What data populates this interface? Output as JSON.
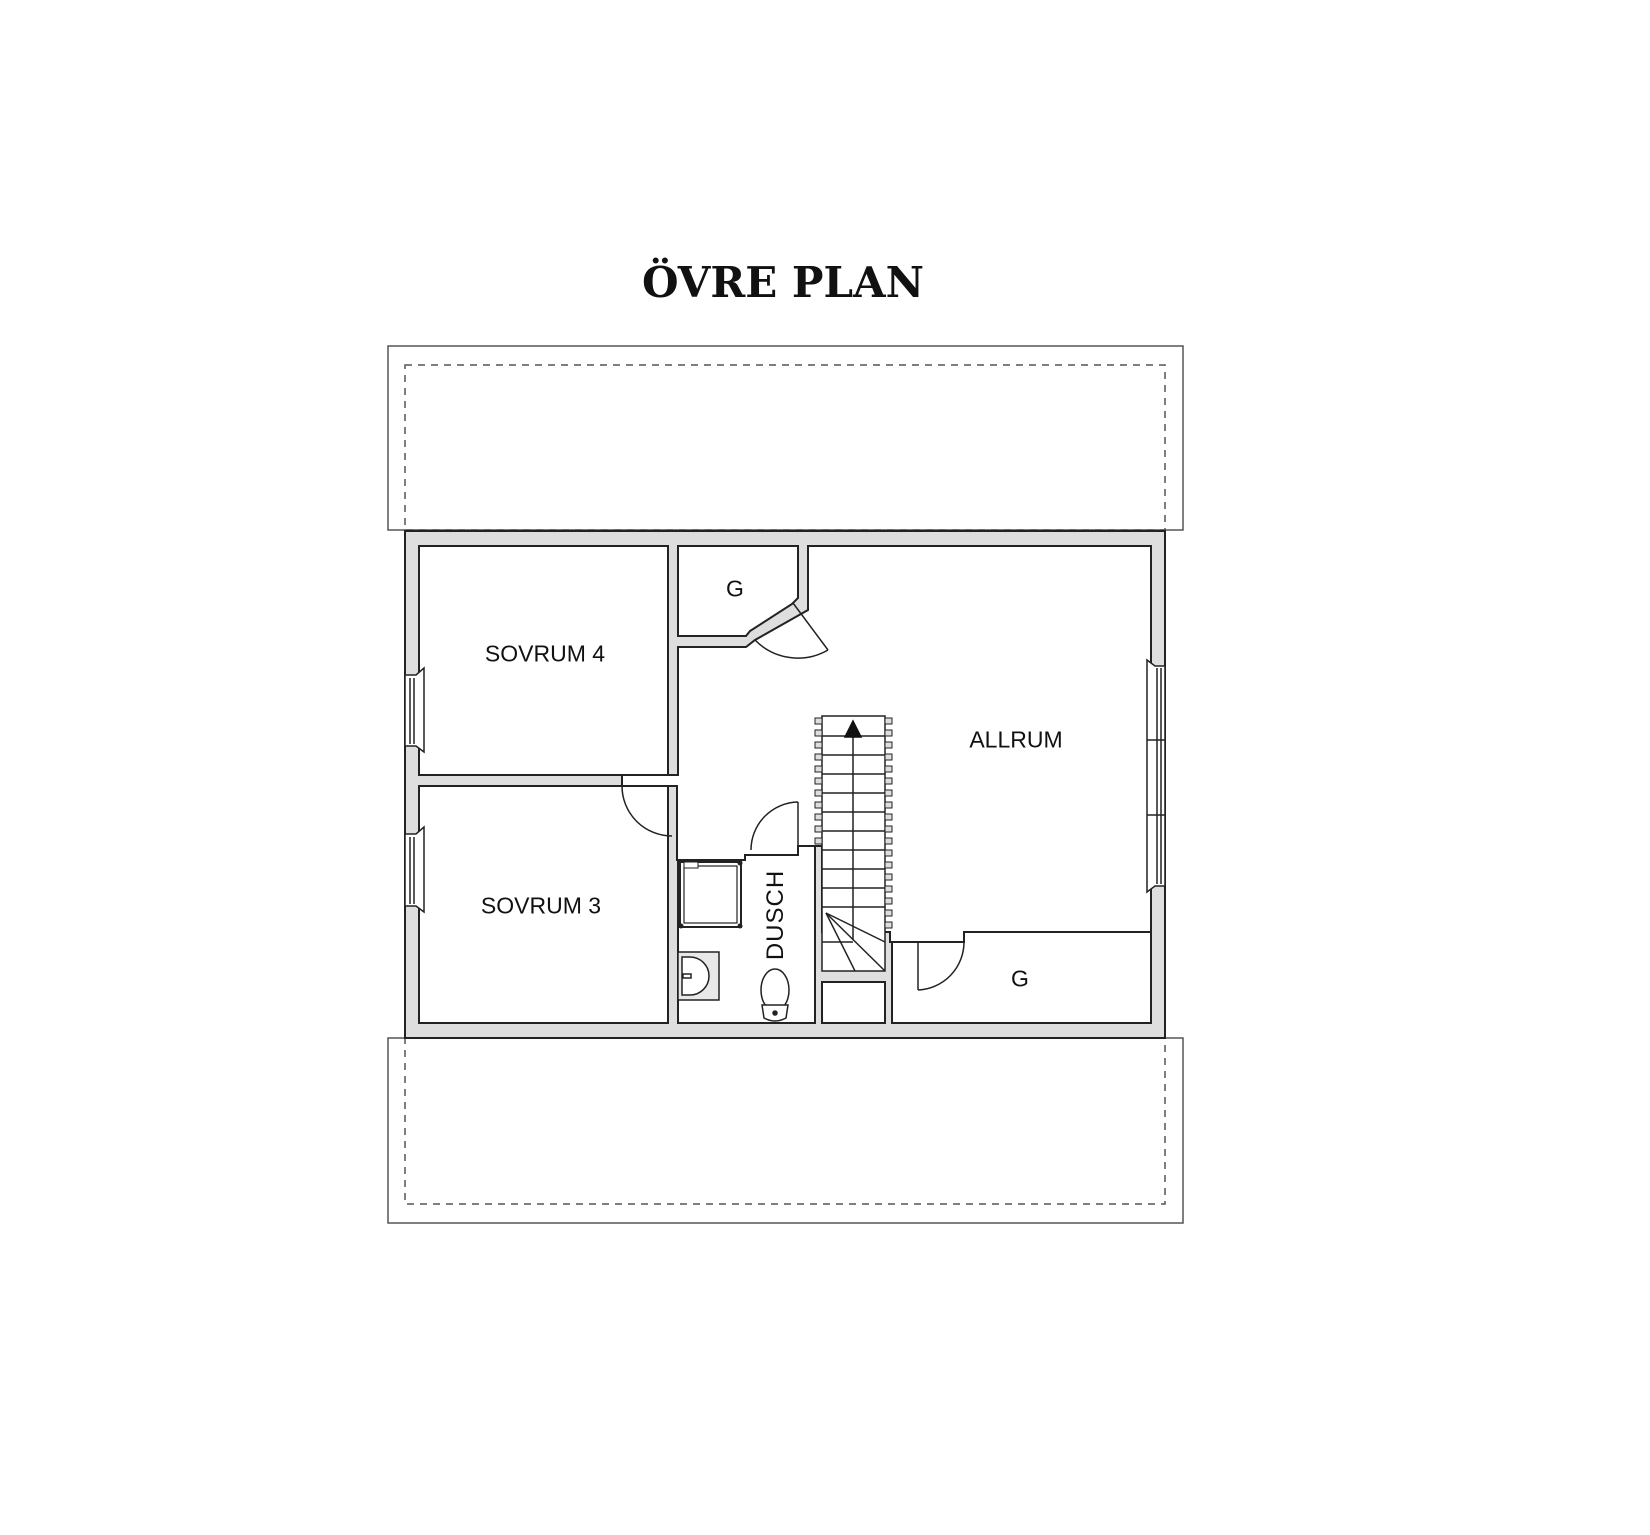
{
  "title": "ÖVRE PLAN",
  "colors": {
    "wall_fill": "#dedede",
    "wall_stroke": "#222222",
    "roof_stroke": "#555555",
    "background": "#ffffff",
    "text": "#111111"
  },
  "rooms": [
    {
      "id": "sovrum-4",
      "label": "SOVRUM 4"
    },
    {
      "id": "sovrum-3",
      "label": "SOVRUM 3"
    },
    {
      "id": "garderob-top",
      "label": "G"
    },
    {
      "id": "allrum",
      "label": "ALLRUM"
    },
    {
      "id": "dusch",
      "label": "DUSCH"
    },
    {
      "id": "garderob-bottom",
      "label": "G"
    }
  ],
  "elements": {
    "roof_overhangs": [
      "top",
      "bottom"
    ],
    "stair_direction": "up",
    "fixtures": [
      "shower",
      "sink",
      "toilet"
    ]
  }
}
